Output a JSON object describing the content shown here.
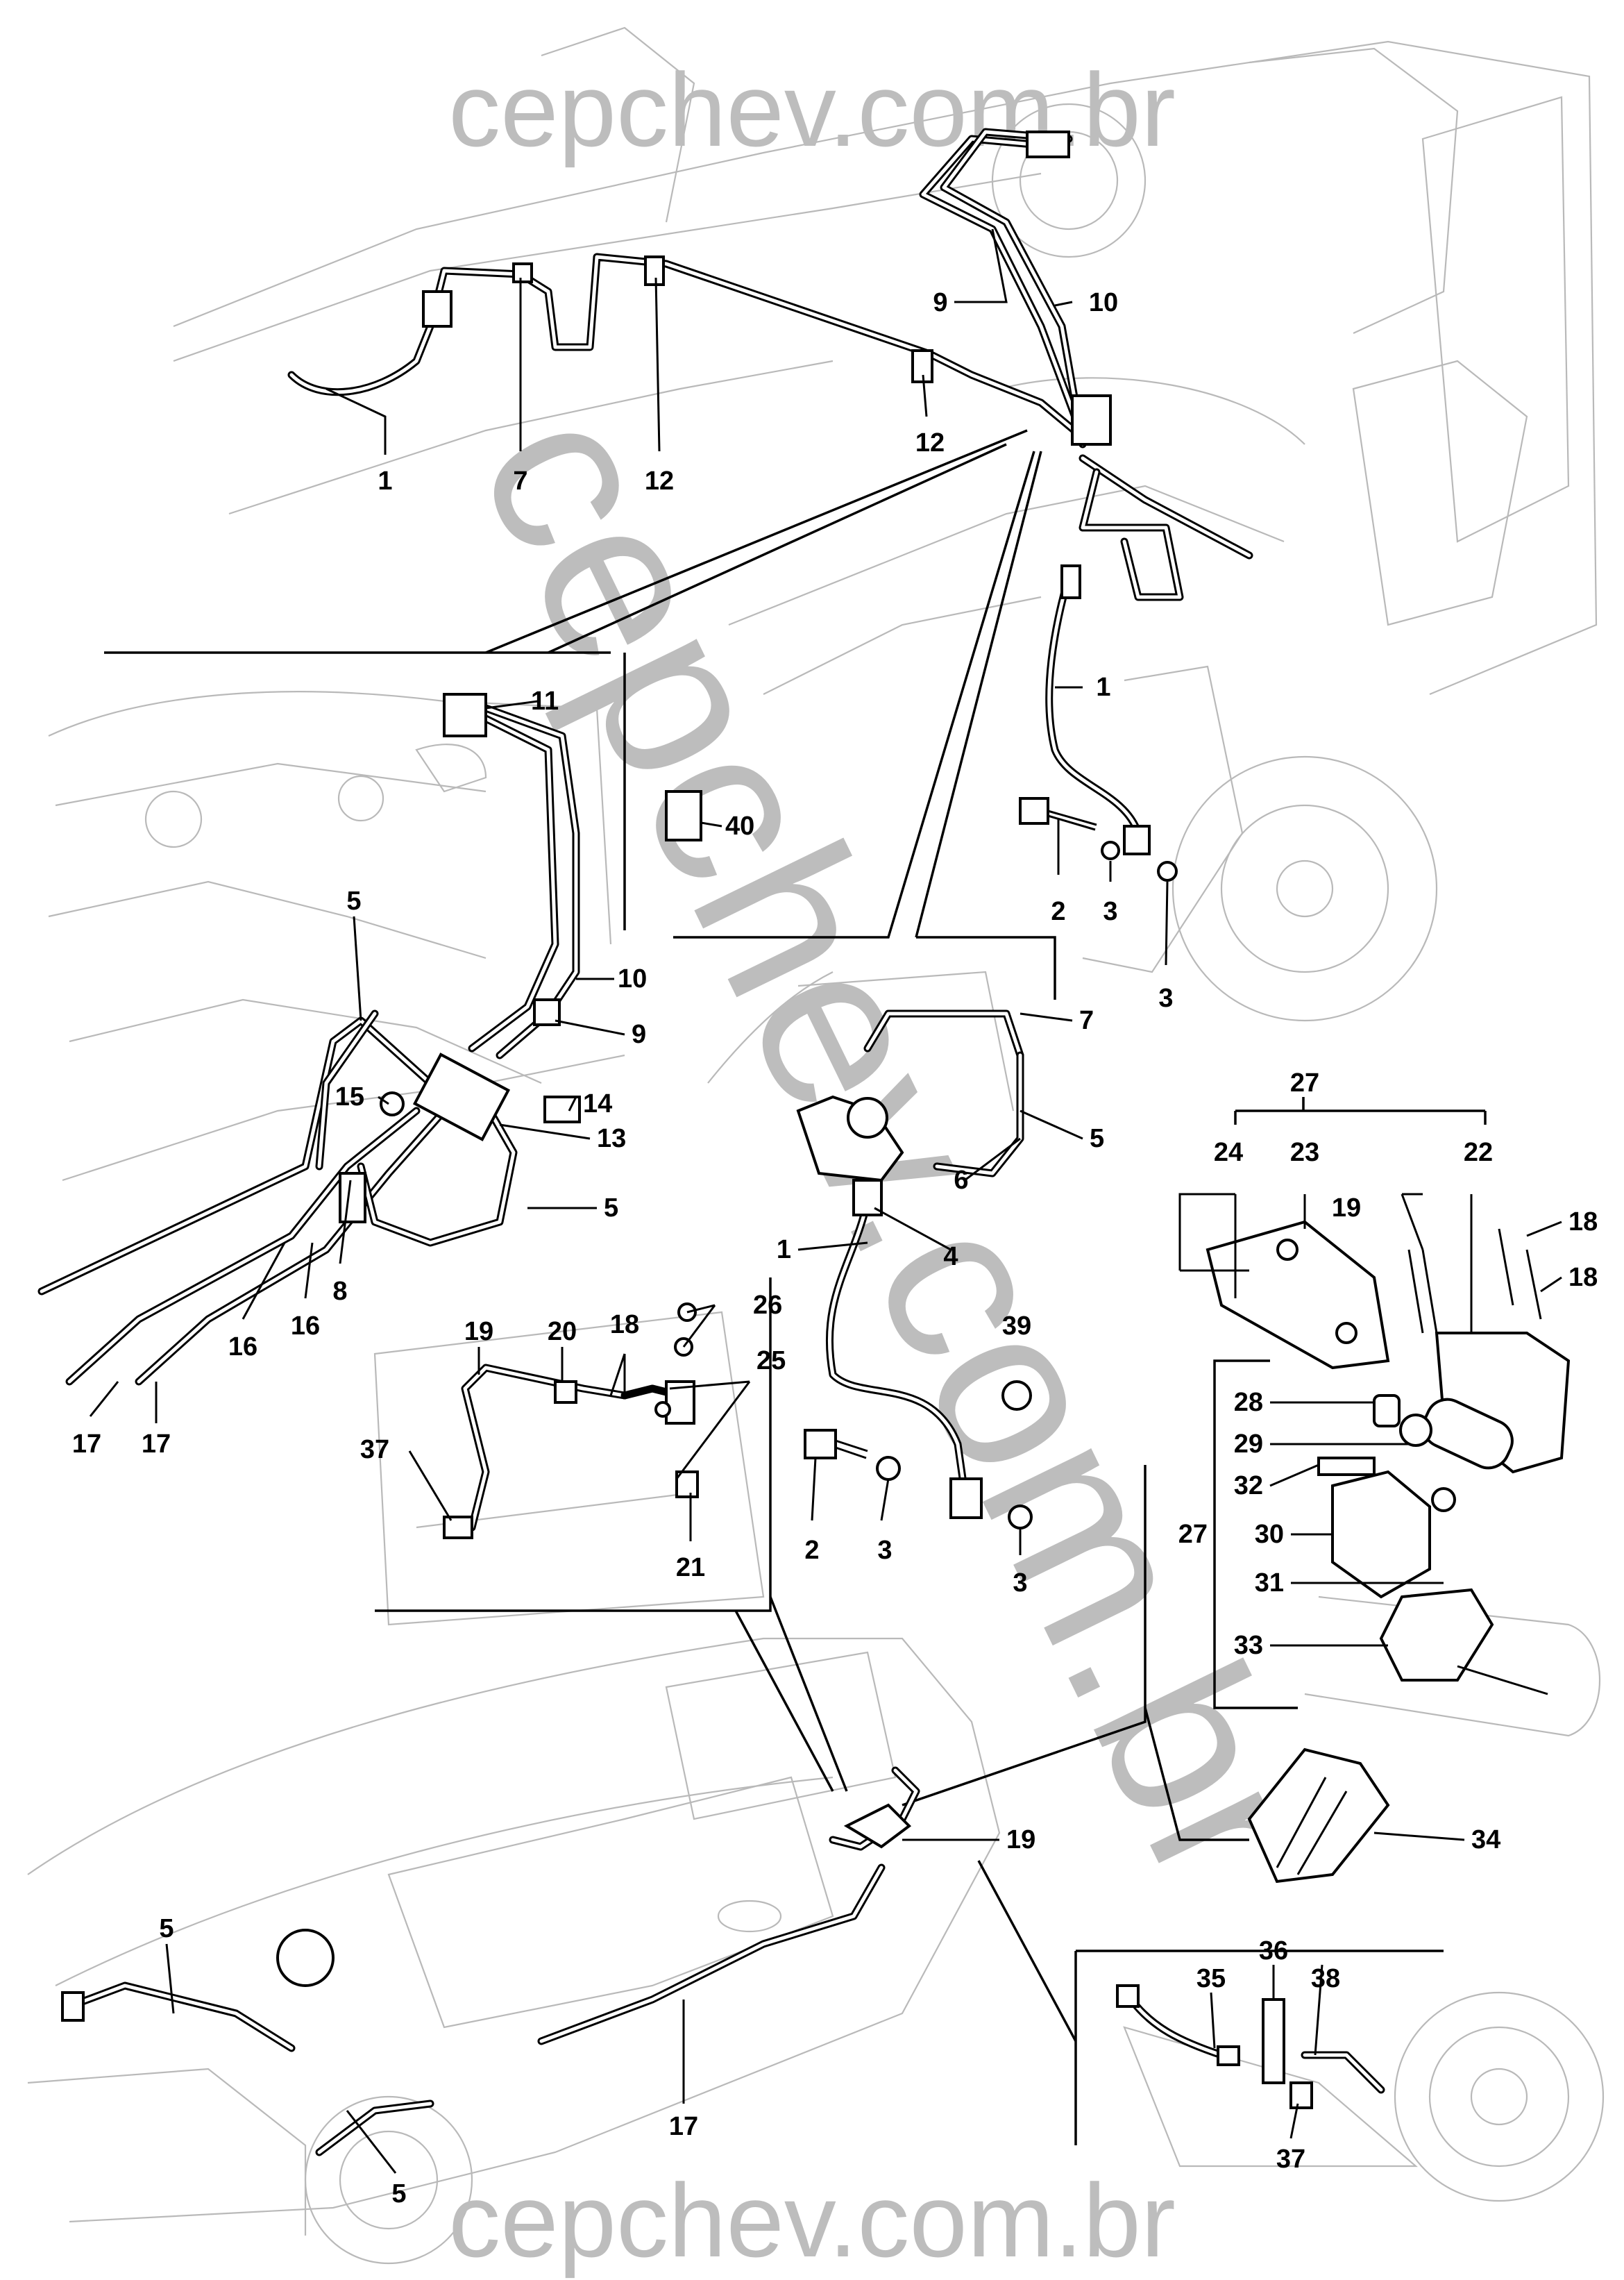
{
  "watermark": {
    "top": "cepchev.com.br",
    "diagonal": "cepchev.com.br",
    "bottom": "cepchev.com.br"
  },
  "callouts": {
    "c1a": "1",
    "c7a": "7",
    "c12a": "12",
    "c12b": "12",
    "c9a": "9",
    "c10a": "10",
    "c1b": "1",
    "c2a": "2",
    "c3a": "3",
    "c3b": "3",
    "c11": "11",
    "c40": "40",
    "c5a": "5",
    "c10b": "10",
    "c9b": "9",
    "c15": "15",
    "c14": "14",
    "c13": "13",
    "c5b": "5",
    "c8": "8",
    "c16a": "16",
    "c16b": "16",
    "c17a": "17",
    "c17b": "17",
    "c7b": "7",
    "c5c": "5",
    "c6": "6",
    "c4": "4",
    "c1c": "1",
    "c39": "39",
    "c2b": "2",
    "c3c": "3",
    "c3d": "3",
    "c19a": "19",
    "c20": "20",
    "c18a": "18",
    "c26": "26",
    "c25": "25",
    "c37a": "37",
    "c21": "21",
    "c27a": "27",
    "c24": "24",
    "c23": "23",
    "c22": "22",
    "c19b": "19",
    "c18b": "18",
    "c18c": "18",
    "c28": "28",
    "c29": "29",
    "c32": "32",
    "c27b": "27",
    "c30": "30",
    "c31": "31",
    "c33": "33",
    "c34": "34",
    "c19c": "19",
    "c5d": "5",
    "c5e": "5",
    "c17c": "17",
    "c35": "35",
    "c36": "36",
    "c38": "38",
    "c37b": "37"
  }
}
